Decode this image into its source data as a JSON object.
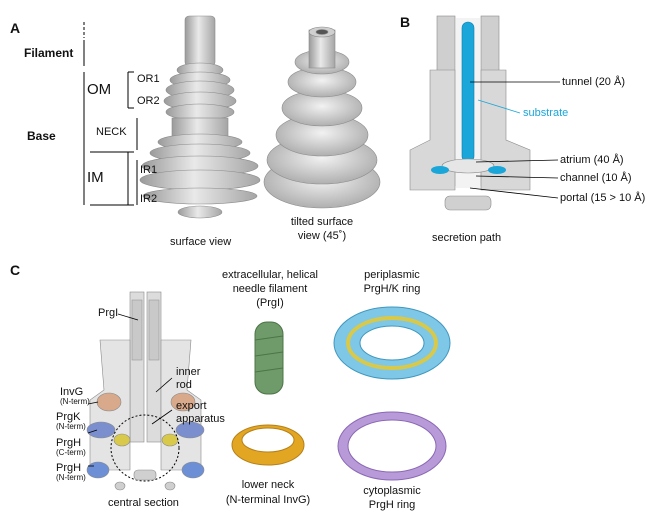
{
  "panels": {
    "a": "A",
    "b": "B",
    "c": "C"
  },
  "panel_a": {
    "filament": "Filament",
    "base": "Base",
    "om": "OM",
    "im": "IM",
    "or1": "OR1",
    "or2": "OR2",
    "neck": "NECK",
    "ir1": "IR1",
    "ir2": "IR2",
    "caption_surface": "surface view",
    "caption_tilted_1": "tilted surface",
    "caption_tilted_2": "view (45˚)"
  },
  "panel_b": {
    "tunnel": "tunnel (20 Å)",
    "substrate": "substrate",
    "atrium": "atrium (40 Å)",
    "channel": "channel (10 Å)",
    "portal": "portal (15 > 10 Å)",
    "caption": "secretion path",
    "substrate_color": "#1ba6d9"
  },
  "panel_c": {
    "prgi": "PrgI",
    "invg": "InvG",
    "invg_sub": "(N-term)",
    "prgk": "PrgK",
    "prgk_sub": "(N-term)",
    "prgh_c": "PrgH",
    "prgh_c_sub": "(C-term)",
    "prgh_n": "PrgH",
    "prgh_n_sub": "(N-term)",
    "inner_rod_1": "inner",
    "inner_rod_2": "rod",
    "export_1": "export",
    "export_2": "apparatus",
    "caption_central": "central section",
    "needle_1": "extracellular, helical",
    "needle_2": "needle filament",
    "needle_3": "(PrgI)",
    "peri_1": "periplasmic",
    "peri_2": "PrgH/K ring",
    "neck_1": "lower neck",
    "neck_2": "(N-terminal InvG)",
    "cyto_1": "cytoplasmic",
    "cyto_2": "PrgH ring",
    "colors": {
      "needle": "#6f9a6a",
      "periplasmic_blue": "#7fc7e6",
      "periplasmic_yellow": "#d8c94a",
      "lower_neck": "#e2a623",
      "cytoplasmic": "#b99ad8",
      "invg": "#d8a98a",
      "prgk": "#7b8fcf",
      "prgh": "#6d8fd6"
    }
  }
}
